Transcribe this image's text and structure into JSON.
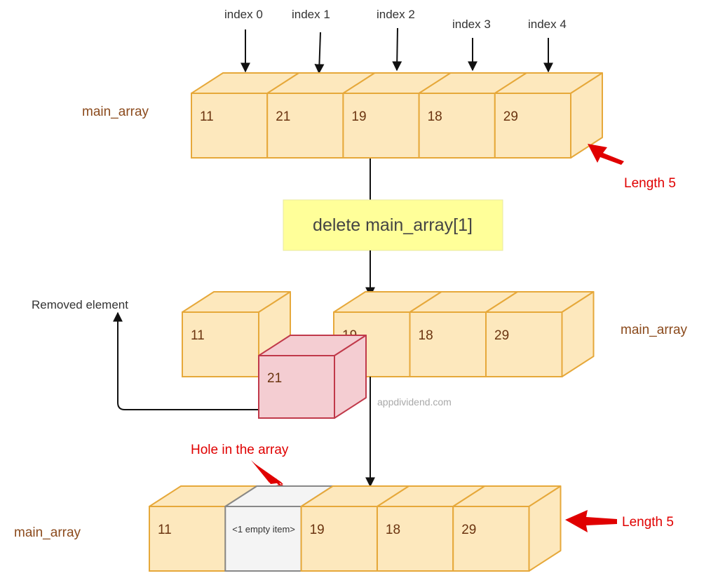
{
  "index_labels": [
    "index 0",
    "index 1",
    "index 2",
    "index 3",
    "index 4"
  ],
  "top_array": {
    "label": "main_array",
    "values": [
      "11",
      "21",
      "19",
      "18",
      "29"
    ],
    "length_note": "Length 5"
  },
  "operation": "delete main_array[1]",
  "middle": {
    "removed_label": "Removed element",
    "kept_value": "11",
    "removed_value": "21",
    "array_label": "main_array",
    "remaining_values": [
      "19",
      "18",
      "29"
    ]
  },
  "watermark": "appdividend.com",
  "bottom_array": {
    "label": "main_array",
    "hole_note": "Hole in the array",
    "values": [
      "11",
      "<1 empty item>",
      "19",
      "18",
      "29"
    ],
    "length_note": "Length 5"
  },
  "colors": {
    "cube_fill": "#fde8bd",
    "cube_stroke": "#e6a83a",
    "removed_fill": "#f4cdd2",
    "removed_stroke": "#c0394a",
    "empty_fill": "#f4f4f4",
    "empty_stroke": "#888888",
    "op_box": "#ffff99",
    "red_note": "#e00000"
  }
}
